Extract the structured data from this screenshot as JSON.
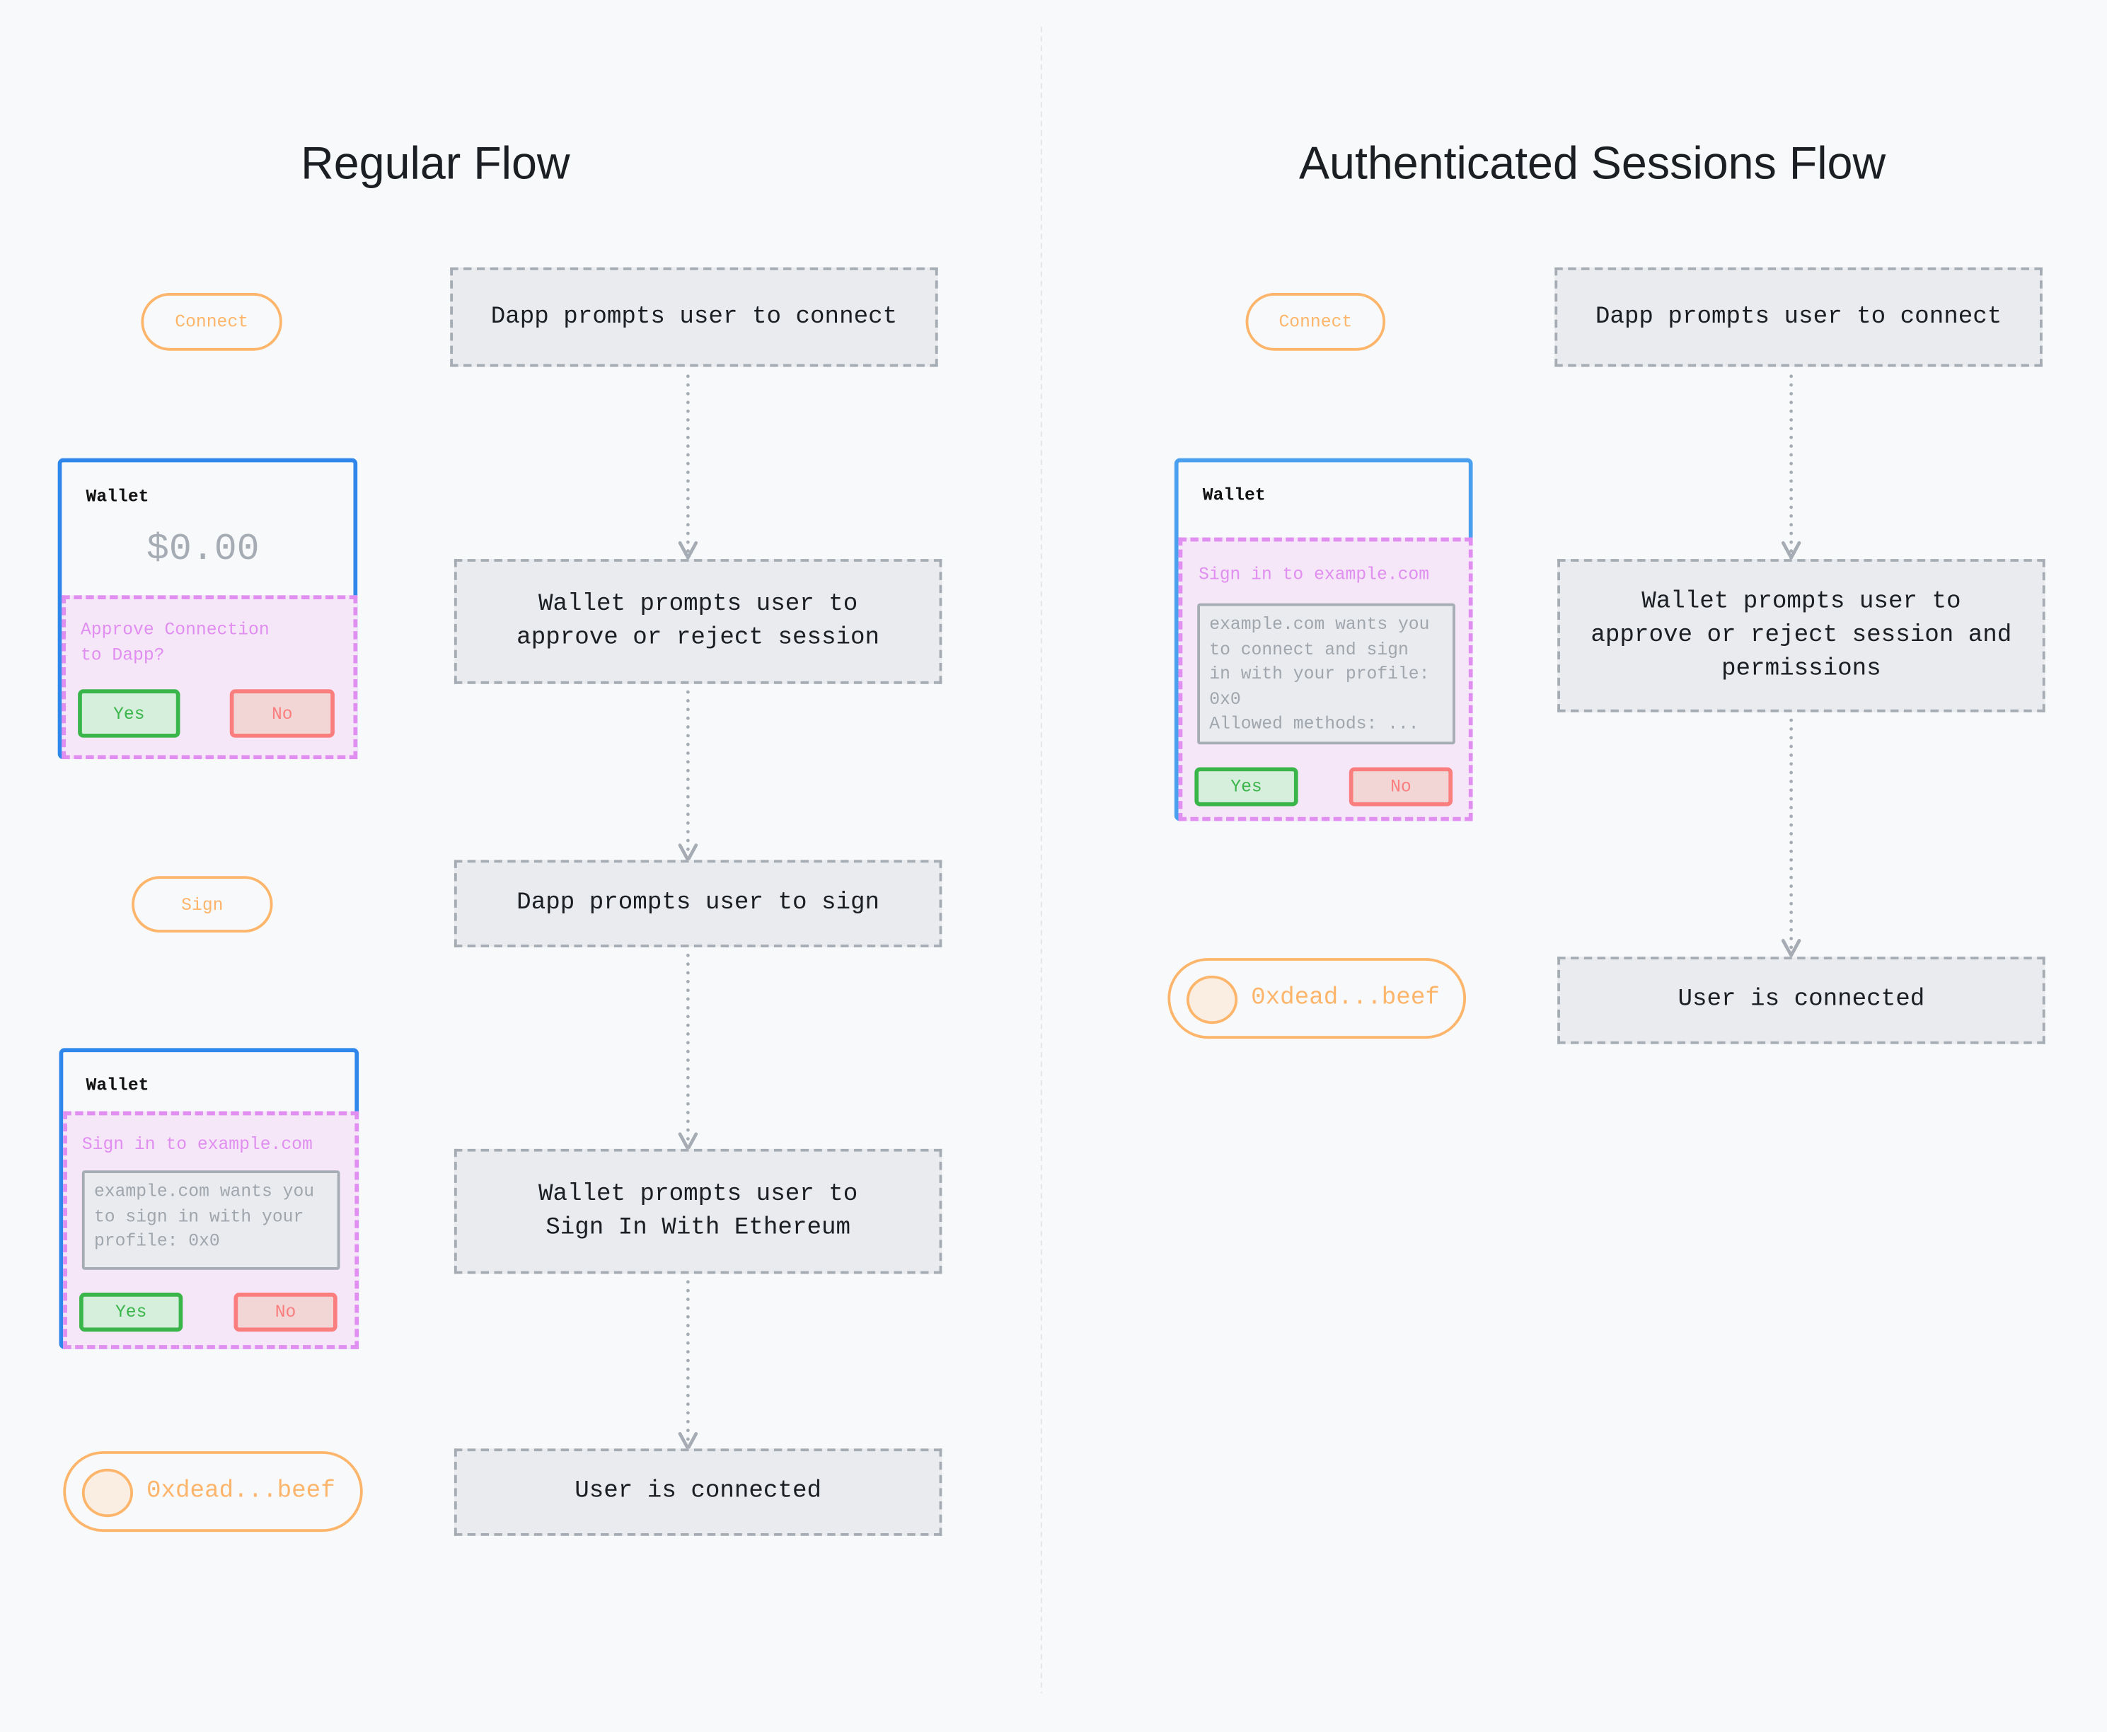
{
  "regular_flow": {
    "title": "Regular Flow",
    "connect_button": "Connect",
    "sign_button": "Sign",
    "steps": [
      "Dapp prompts user to connect",
      "Wallet prompts user to\napprove or reject session",
      "Dapp prompts user to sign",
      "Wallet prompts user to\nSign In With Ethereum",
      "User is connected"
    ],
    "wallet_connect": {
      "title": "Wallet",
      "balance": "$0.00",
      "prompt": "Approve Connection\nto Dapp?",
      "yes": "Yes",
      "no": "No"
    },
    "wallet_sign": {
      "title": "Wallet",
      "prompt": "Sign in to example.com",
      "message": "example.com wants you\nto sign in with your\nprofile: 0x0",
      "yes": "Yes",
      "no": "No"
    },
    "address": "0xdead...beef"
  },
  "auth_flow": {
    "title": "Authenticated Sessions Flow",
    "connect_button": "Connect",
    "steps": [
      "Dapp prompts user to connect",
      "Wallet prompts user to\napprove or reject session and\npermissions",
      "User is connected"
    ],
    "wallet": {
      "title": "Wallet",
      "prompt": "Sign in to example.com",
      "message": "example.com wants you\nto connect and sign\nin with your profile:\n0x0\nAllowed methods: ...",
      "yes": "Yes",
      "no": "No"
    },
    "address": "0xdead...beef"
  },
  "colors": {
    "background": "#f8f9fa",
    "step_fill": "#e9ebee",
    "step_border": "#a5acb4",
    "dapp_accent": "#fdb56b",
    "wallet_border": "#2f86eb",
    "modal_accent": "#e08ef0",
    "approve": "#3ab54a",
    "reject": "#fb7e7e"
  }
}
